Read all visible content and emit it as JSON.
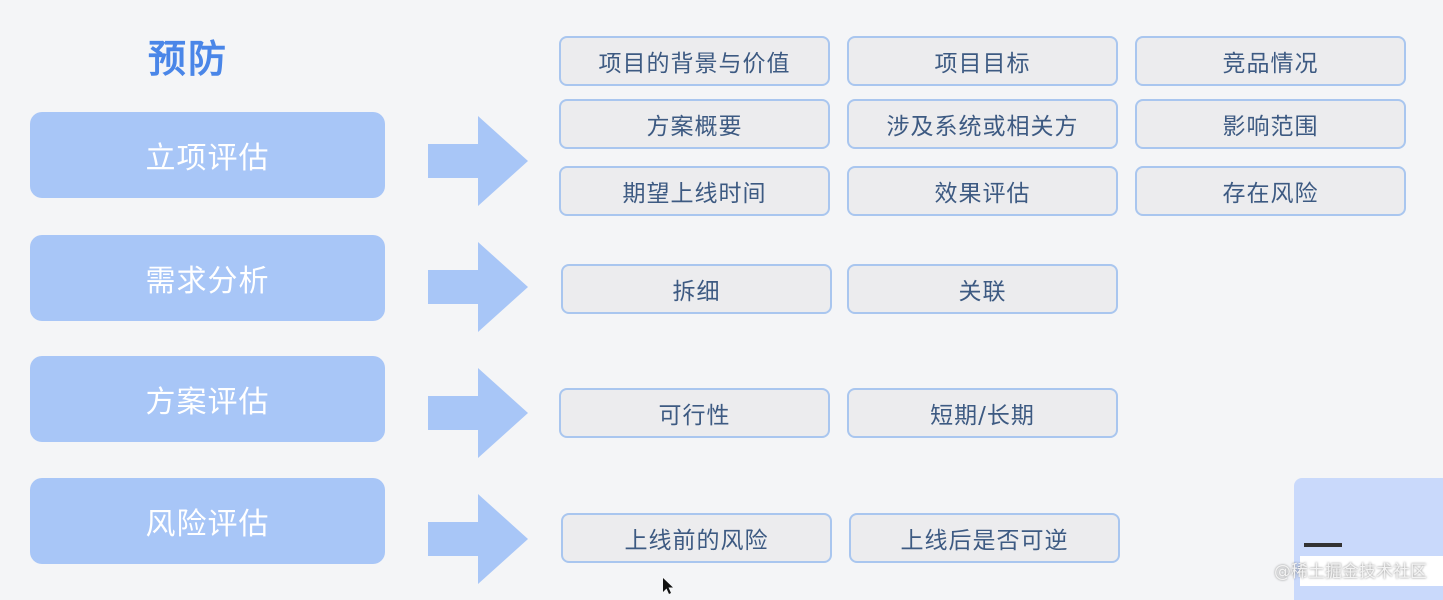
{
  "title": "预防",
  "stages": [
    {
      "label": "立项评估",
      "items": [
        "项目的背景与价值",
        "项目目标",
        "竞品情况",
        "方案概要",
        "涉及系统或相关方",
        "影响范围",
        "期望上线时间",
        "效果评估",
        "存在风险"
      ]
    },
    {
      "label": "需求分析",
      "items": [
        "拆细",
        "关联"
      ]
    },
    {
      "label": "方案评估",
      "items": [
        "可行性",
        "短期/长期"
      ]
    },
    {
      "label": "风险评估",
      "items": [
        "上线前的风险",
        "上线后是否可逆"
      ]
    }
  ],
  "watermark": "@稀土掘金技术社区",
  "colors": {
    "title": "#4a86e8",
    "stage_fill": "#a8c6f7",
    "arrow_fill": "#a8c6f7",
    "item_border": "#a9c6ef",
    "item_fill": "#ececee",
    "item_text": "#3d5a82"
  }
}
